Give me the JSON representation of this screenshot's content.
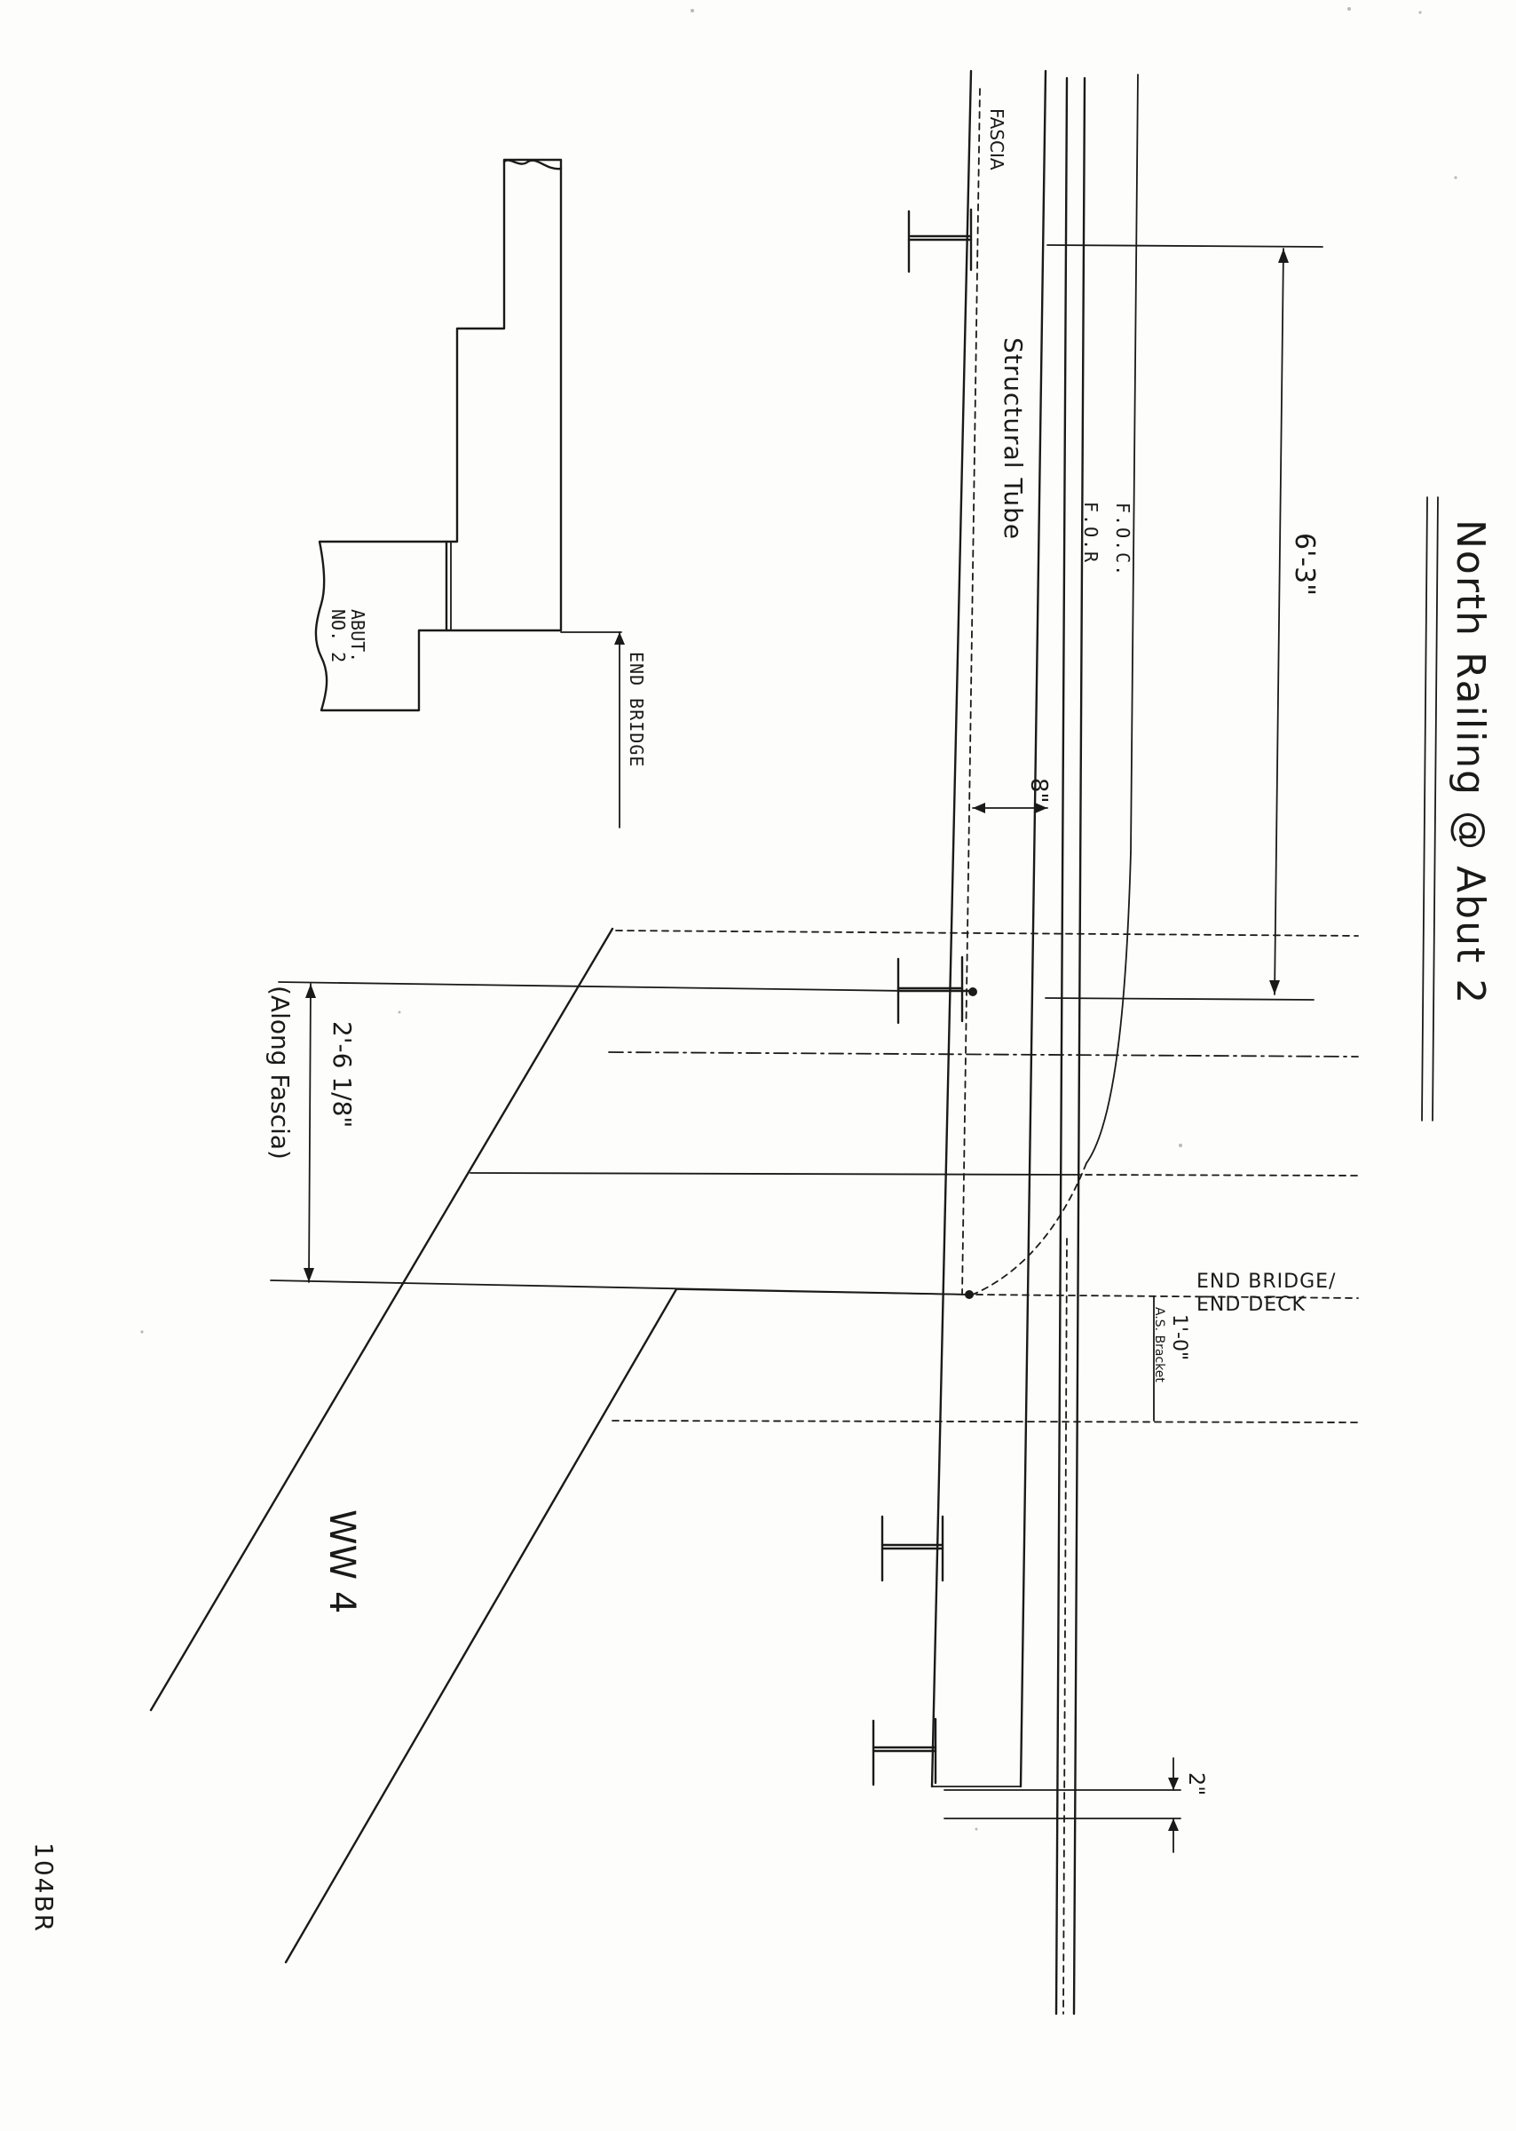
{
  "drawing": {
    "title": "North Railing @ Abut 2",
    "sheet_id": "104BR",
    "ink_color": "#1a1a1a",
    "paper_color": "#fdfdfb"
  },
  "labels": {
    "fascia": "FASCIA",
    "structural_tube": "Structural Tube",
    "foc": "F.O.C.",
    "for": "F.O.R",
    "abutment_line1": "ABUT.",
    "abutment_line2": "NO. 2",
    "end_bridge_inset": "END BRIDGE",
    "end_bridge_deck_line1": "END BRIDGE/",
    "end_bridge_deck_line2": "END DECK",
    "wingwall": "WW 4"
  },
  "dimensions": {
    "post_spacing": "6'-3\"",
    "tube_offset": "8\"",
    "along_fascia_value": "2'-6 1/8\"",
    "along_fascia_note": "(Along Fascia)",
    "bracket_value": "1'-0\"",
    "bracket_note": "A.S. Bracket",
    "end_gap": "2\""
  }
}
